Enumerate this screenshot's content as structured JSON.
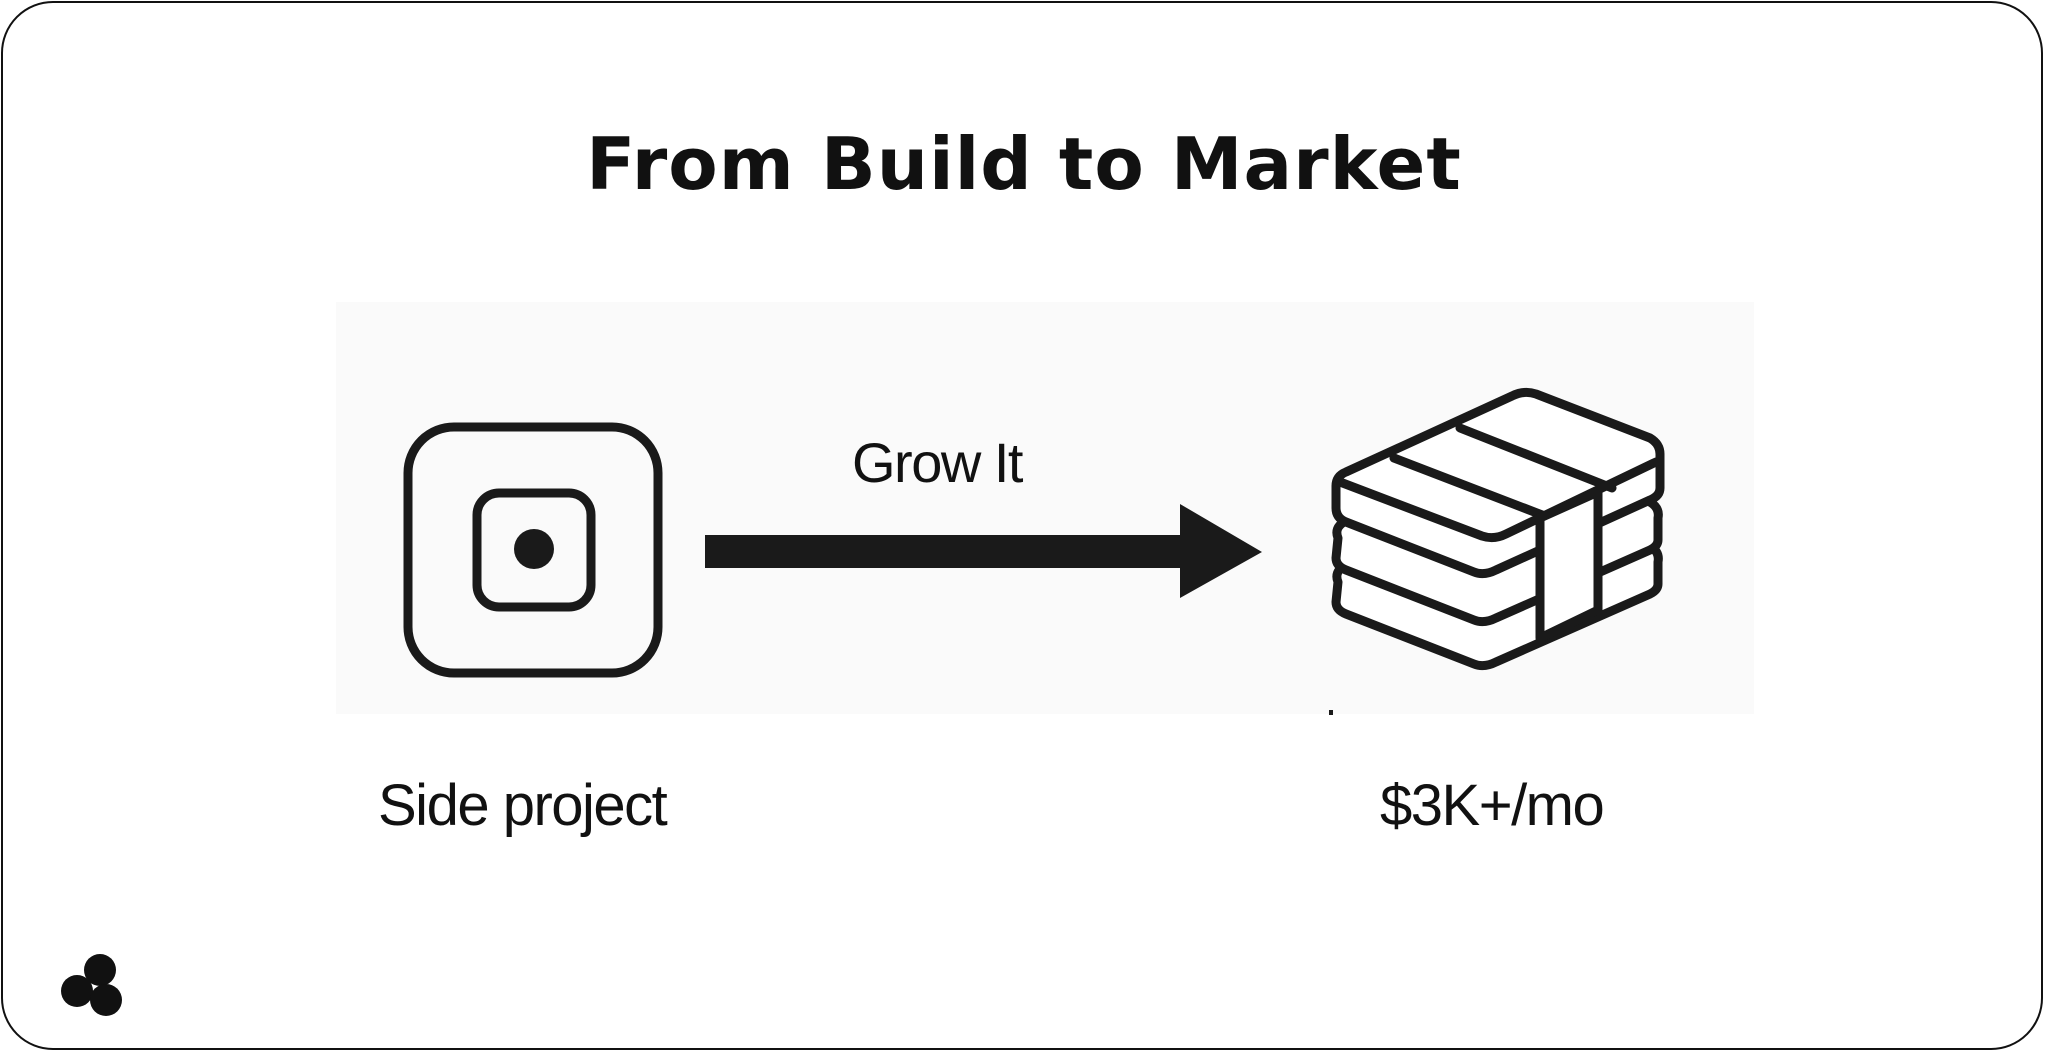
{
  "slide": {
    "title": "From Build to Market",
    "arrow_label": "Grow It",
    "left_caption": "Side project",
    "right_caption": "$3K+/mo"
  },
  "icons": {
    "left": "square-target-icon",
    "arrow": "arrow-right-icon",
    "right": "money-stack-icon",
    "logo": "three-circles-logo-icon"
  },
  "colors": {
    "ink": "#1a1a1a",
    "panel": "#fafafa",
    "background": "#ffffff"
  }
}
